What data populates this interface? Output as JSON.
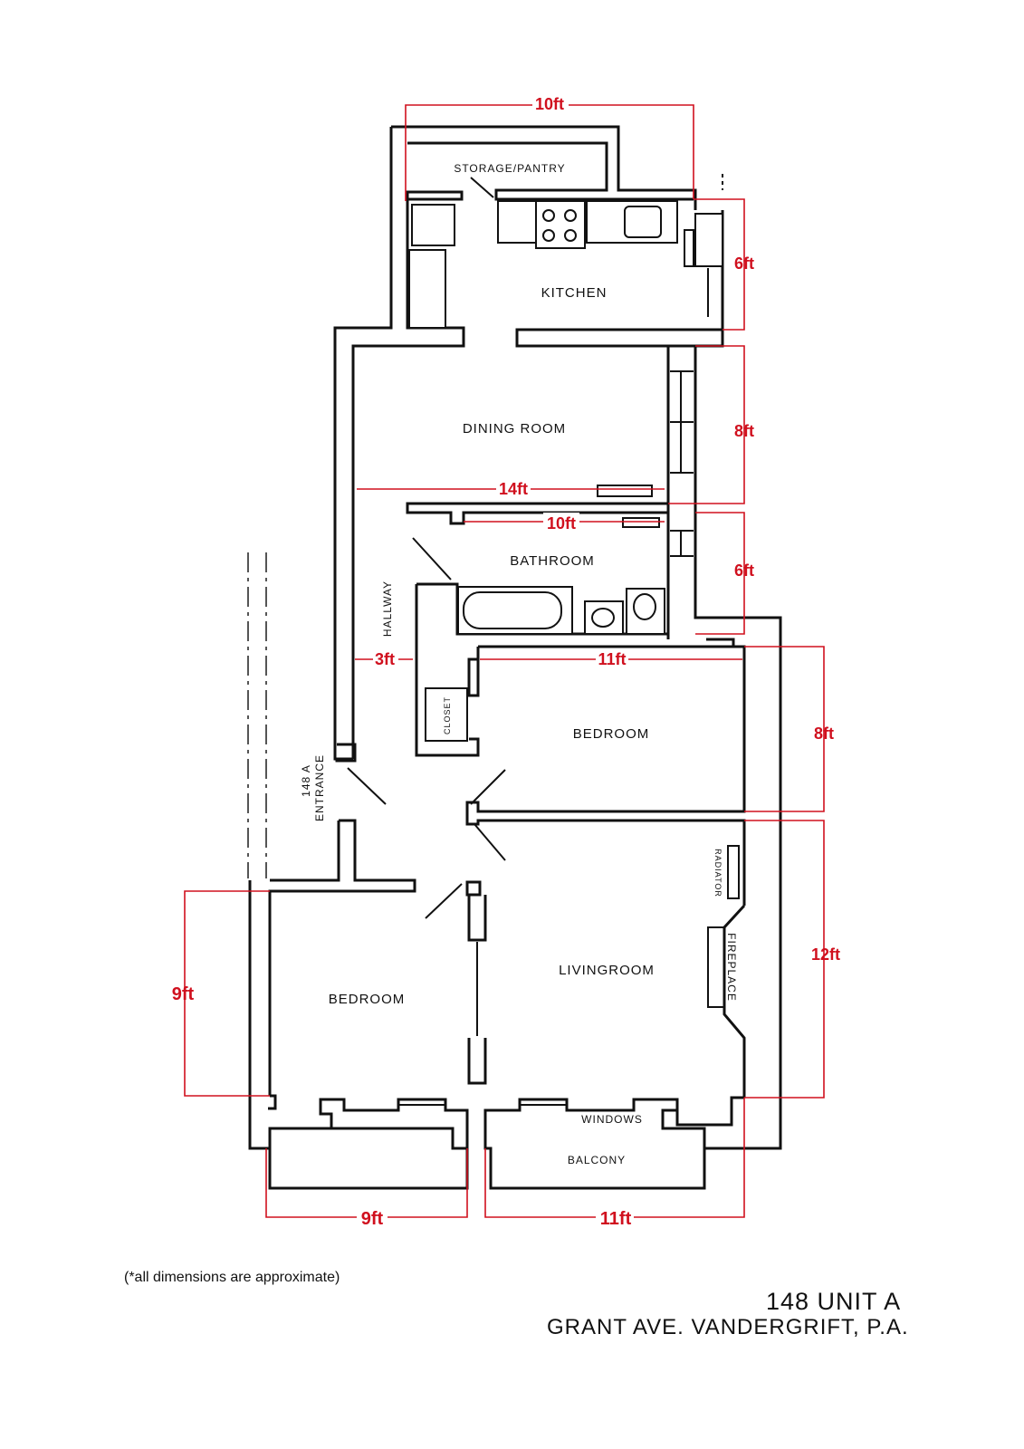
{
  "rooms": {
    "storage": "STORAGE/PANTRY",
    "kitchen": "KITCHEN",
    "dining": "DINING ROOM",
    "bathroom": "BATHROOM",
    "hallway": "HALLWAY",
    "closet": "CLOSET",
    "bedroom_right": "BEDROOM",
    "bedroom_left": "BEDROOM",
    "living": "LIVINGROOM",
    "radiator": "RADIATOR",
    "fireplace": "FIREPLACE",
    "windows": "WINDOWS",
    "balcony": "BALCONY",
    "entrance_line1": "148 A",
    "entrance_line2": "ENTRANCE"
  },
  "dimensions": {
    "kitchen_width": "10ft",
    "kitchen_depth": "6ft",
    "dining_depth": "8ft",
    "dining_width": "14ft",
    "bath_width": "10ft",
    "bath_depth": "6ft",
    "hall_width": "3ft",
    "bedroom_width": "11ft",
    "bedroom_depth": "8ft",
    "living_depth": "12ft",
    "left_bedroom_depth": "9ft",
    "left_bedroom_width": "9ft",
    "living_width": "11ft"
  },
  "footer": {
    "note": "(*all dimensions are approximate)",
    "unit": "148 UNIT A",
    "address": "GRANT AVE. VANDERGRIFT, P.A."
  },
  "colors": {
    "dimension": "#d0101e",
    "wall": "#111111"
  }
}
